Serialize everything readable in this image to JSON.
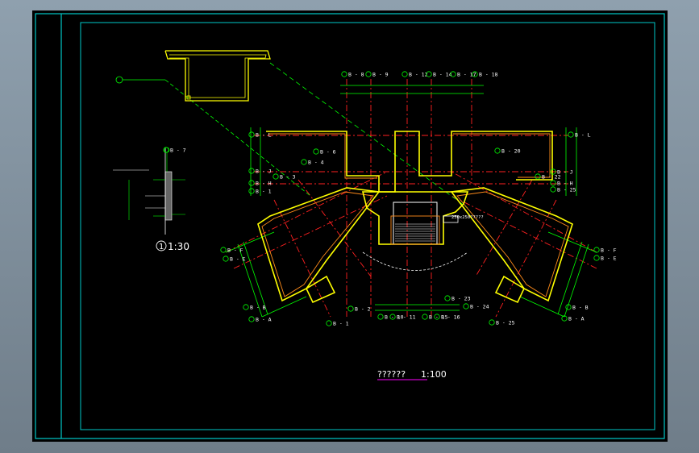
{
  "colors": {
    "frame": "#00c8c8",
    "wall": "#ffff00",
    "wall_inner": "#ff8c1a",
    "axis": "#ff2020",
    "dim": "#00ff00",
    "title": "#ffffff",
    "title_underline": "#ff00ff"
  },
  "drawing": {
    "title": "??????",
    "title_scale": "1:100",
    "detail_label": "1",
    "detail_scale": "1:30",
    "callout_label": "250x250?????",
    "top_axes": [
      {
        "text": "B - 8"
      },
      {
        "text": "B - 9"
      },
      {
        "text": "B - 12"
      },
      {
        "text": "B - 14"
      },
      {
        "text": "B - 17"
      },
      {
        "text": "B - 18"
      }
    ],
    "left_axes": [
      {
        "text": "B - L"
      },
      {
        "text": "B - J"
      },
      {
        "text": "B - H"
      },
      {
        "text": "B - 1"
      }
    ],
    "right_axes": [
      {
        "text": "B - L"
      },
      {
        "text": "B - J"
      },
      {
        "text": "B - H"
      },
      {
        "text": "B - 25"
      }
    ],
    "bottom_axes": [
      {
        "text": "B - 1"
      },
      {
        "text": "B - 2"
      },
      {
        "text": "B - 10"
      },
      {
        "text": "B - 11"
      },
      {
        "text": "B - 15"
      },
      {
        "text": "B - 16"
      },
      {
        "text": "B - 23"
      },
      {
        "text": "B - 24"
      },
      {
        "text": "B - 25"
      }
    ],
    "side_axes_left": [
      {
        "text": "B - F"
      },
      {
        "text": "B - E"
      },
      {
        "text": "B - B"
      },
      {
        "text": "B - A"
      }
    ],
    "side_axes_right": [
      {
        "text": "B - F"
      },
      {
        "text": "B - E"
      },
      {
        "text": "B - B"
      },
      {
        "text": "B - A"
      }
    ],
    "inner_axes": [
      {
        "text": "B - 3"
      },
      {
        "text": "B - 4"
      },
      {
        "text": "B - 6"
      },
      {
        "text": "B - 20"
      },
      {
        "text": "B - 22"
      },
      {
        "text": "B - 7"
      }
    ]
  }
}
